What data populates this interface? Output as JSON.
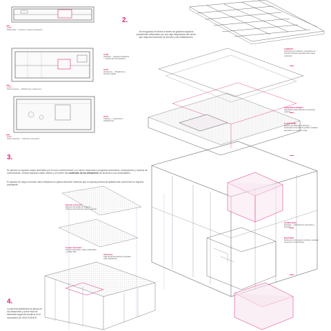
{
  "steps": [
    {
      "number": "2.",
      "text": "Se reorganiza el interior a través de grandes espacios polivalentes articulados por una caja desplazada del centro que aloja las funciones de servicio y las instalaciones."
    },
    {
      "number": "3.",
      "text_intro": "Se genera un espacio mayor iluminado por el muro cortina frontal y un menor reservado a programa secundario, circulaciones y núcleos de comunicación. Ambos espacios están unidos y se nutren del",
      "text_bold": "contenido de los almacenes",
      "text_outro": "de acuerdo a sus necesidades.",
      "text2": "El espacio de mayor volumen alza entrepisos en planta elevando mientras que en planta primera las plataformas conforman un espacio polivalente."
    },
    {
      "number": "4.",
      "text": "La primera plataforma se apoya en los almacenes y sobre ésta se descansa segunda escalera en el mezzanino de VIGA PUENTE"
    }
  ],
  "plans": [
    {
      "scale": "1/250",
      "caption": "Planta baja — Accesos y espacio polivalente"
    },
    {
      "scale": "1/250",
      "caption": "Planta primera — Plataformas y almacenes"
    },
    {
      "scale": "1/250",
      "caption": "Planta segunda — Cubierta y lucernarios"
    }
  ],
  "plan_notes": [
    {
      "head": "01 PB",
      "text": "Vestíbulo — Espacio polivalente — Núcleo de comunicación"
    },
    {
      "head": "02 PP",
      "text": "Almacenes — Plataformas — Zona de trabajo"
    },
    {
      "head": "03 PC",
      "text": "Cubierta — Lucernarios — Instalaciones"
    }
  ],
  "right_labels": [
    {
      "head": "CUBIERTA",
      "text": "Estructura de Cubierta y Lucernarios en retícula ortogonal apoyada sobre vigas existentes"
    },
    {
      "head": "ALMACÉN FLOTANTE",
      "text": "Caja ligera suspendida de la estructura superior"
    },
    {
      "head": "PLATAFORMA",
      "text": "Sistema de Plataforma Flotante — Entramado horizontal de perfiles metálicos apoyados en muros de carga"
    },
    {
      "head": "PLANTA BAJA",
      "text": "Fachada — Fachada de Lucernarios y Entrada"
    },
    {
      "head": "ESCALERA",
      "text": "Núcleo de comunicación vertical y escalera de acceso a entreplantas"
    }
  ],
  "left_labels": [
    {
      "head": "Retícula estructural",
      "text": "Elección del forjado de cubierta — Sistema estructural de vigas y viguetas"
    },
    {
      "head": "Forjado intermedio",
      "text": "Sección del forjado: chapa colaborante y perfiles IPE"
    },
    {
      "head": "Almacenes",
      "text": "Caja de almacenamiento apoyada sobre plataforma"
    }
  ]
}
